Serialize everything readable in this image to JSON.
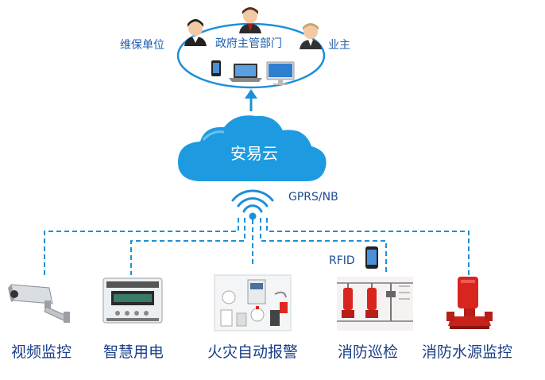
{
  "top": {
    "left_label": "维保单位",
    "center_label": "政府主管部门",
    "right_label": "业主"
  },
  "cloud": {
    "label": "安易云"
  },
  "network": {
    "label": "GPRS/NB",
    "rfid_label": "RFID"
  },
  "devices": [
    {
      "label": "视频监控",
      "icon": "security-camera-icon"
    },
    {
      "label": "智慧用电",
      "icon": "electric-meter-icon"
    },
    {
      "label": "火灾自动报警",
      "icon": "fire-alarm-devices-icon"
    },
    {
      "label": "消防巡检",
      "icon": "fire-pump-station-icon"
    },
    {
      "label": "消防水源监控",
      "icon": "fire-water-pump-icon"
    }
  ],
  "colors": {
    "accent_blue": "#1d8fd8",
    "cloud_blue": "#1e9be0",
    "label_blue": "#1d5fae",
    "pump_red": "#d8261f"
  }
}
